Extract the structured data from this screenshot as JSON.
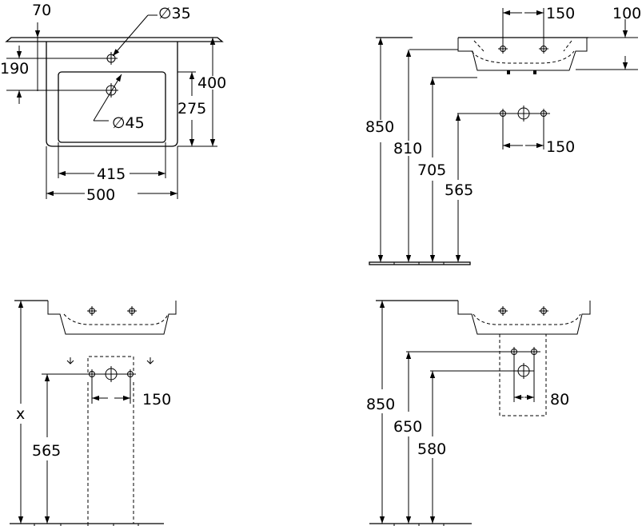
{
  "views": {
    "top": {
      "dims": {
        "d70": "70",
        "d35": "∅35",
        "d190": "190",
        "d400": "400",
        "d275": "275",
        "d45": "∅45",
        "d415": "415",
        "d500": "500"
      }
    },
    "side": {
      "dims": {
        "d150_top": "150",
        "d100": "100",
        "d850": "850",
        "d810": "810",
        "d705": "705",
        "d565": "565",
        "d150_bottom": "150"
      }
    },
    "pedestal": {
      "dims": {
        "dx": "x",
        "d565": "565",
        "d150": "150"
      }
    },
    "semipedestal": {
      "dims": {
        "d850": "850",
        "d650": "650",
        "d580": "580",
        "d80": "80"
      }
    }
  }
}
